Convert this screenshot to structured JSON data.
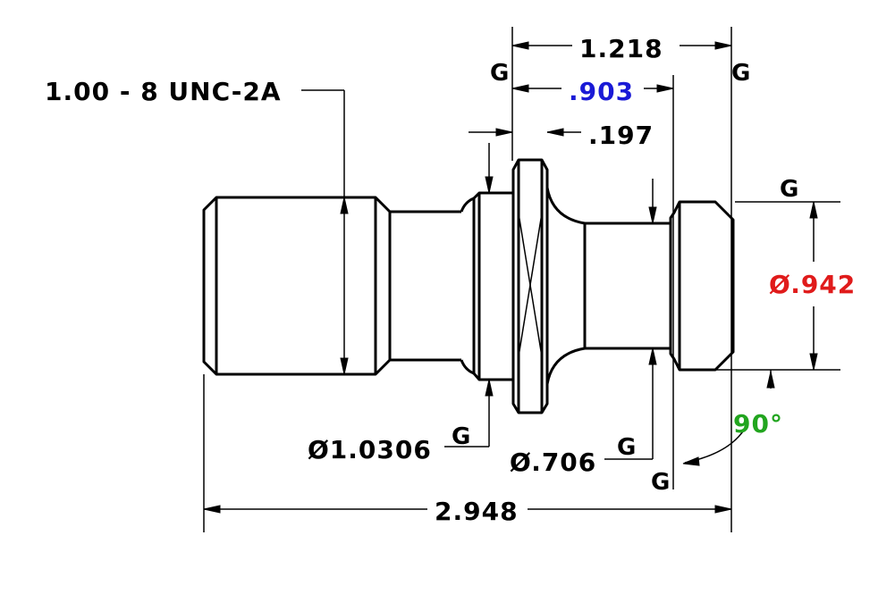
{
  "colors": {
    "line": "#000000",
    "dim_black": "#000000",
    "dim_blue": "#1a1ad6",
    "dim_red": "#e01b1b",
    "dim_green": "#22a51f"
  },
  "labels": {
    "thread_spec": "1.00 - 8 UNC-2A",
    "overall_length": "2.948",
    "length_1218": "1.218",
    "length_903": ".903",
    "length_197": ".197",
    "dia_942": "Ø.942",
    "dia_10306": "Ø1.0306",
    "dia_706": "Ø.706",
    "angle_90": "90°",
    "g": "G"
  }
}
